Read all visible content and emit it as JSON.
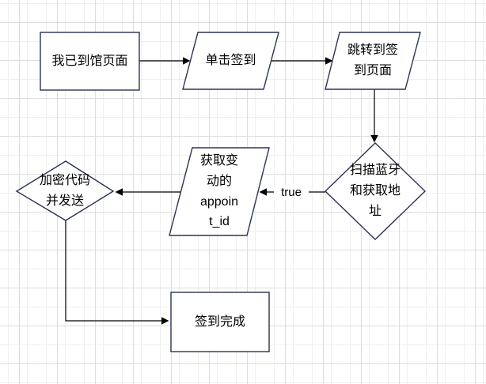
{
  "diagram": {
    "type": "flowchart",
    "palette": {
      "background": "#ffffff",
      "grid_minor": "#efefef",
      "grid_major": "#dddddd",
      "shape_border": "#2b3450",
      "shape_fill": "#ffffff",
      "connector": "#000000",
      "text": "#000000"
    },
    "nodes": [
      {
        "id": "arrived-page",
        "type": "rectangle",
        "label": "我已到馆页面"
      },
      {
        "id": "click-checkin",
        "type": "parallelogram",
        "label": "单击签到"
      },
      {
        "id": "jump-checkin-page",
        "type": "parallelogram",
        "label": "跳转到签\n到页面"
      },
      {
        "id": "scan-bluetooth",
        "type": "diamond",
        "label": "扫描蓝牙\n和获取地\n址"
      },
      {
        "id": "get-appoint-id",
        "type": "parallelogram",
        "label": "获取变\n动的\nappoin\nt_id"
      },
      {
        "id": "encrypt-send",
        "type": "diamond",
        "label": "加密代码\n并发送"
      },
      {
        "id": "checkin-done",
        "type": "rectangle",
        "label": "签到完成"
      }
    ],
    "edges": [
      {
        "from": "arrived-page",
        "to": "click-checkin"
      },
      {
        "from": "click-checkin",
        "to": "jump-checkin-page"
      },
      {
        "from": "jump-checkin-page",
        "to": "scan-bluetooth"
      },
      {
        "from": "scan-bluetooth",
        "to": "get-appoint-id",
        "label": "true"
      },
      {
        "from": "get-appoint-id",
        "to": "encrypt-send"
      },
      {
        "from": "encrypt-send",
        "to": "checkin-done"
      }
    ]
  }
}
